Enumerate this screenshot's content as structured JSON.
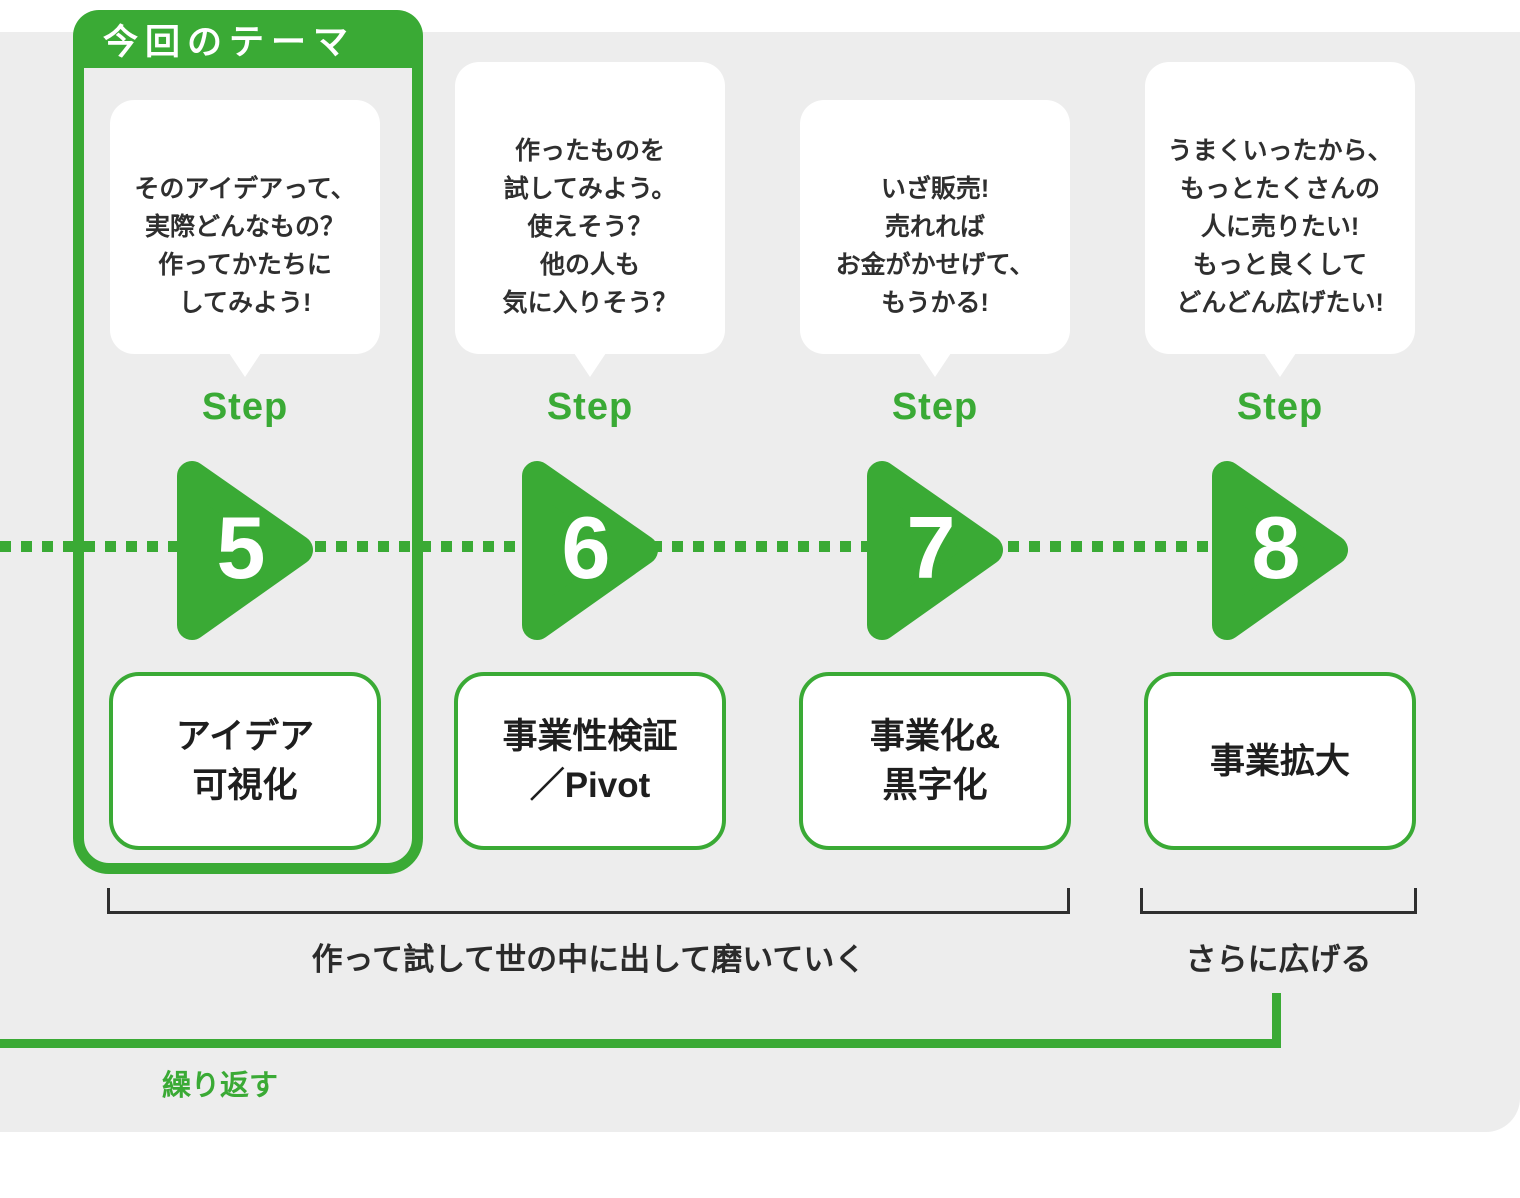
{
  "colors": {
    "accent_green": "#3aaa35",
    "panel_background": "#ededed",
    "bubble_background": "#ffffff",
    "text_dark": "#2b2b2b"
  },
  "theme_tag": {
    "label": "今回のテーマ"
  },
  "steps": [
    {
      "step_label": "Step",
      "number": "5",
      "highlighted": true,
      "bubble_lines": [
        "そのアイデアって、",
        "実際どんなもの？",
        "作ってかたちに",
        "してみよう!"
      ],
      "name_lines": [
        "アイデア",
        "可視化"
      ]
    },
    {
      "step_label": "Step",
      "number": "6",
      "highlighted": false,
      "bubble_lines": [
        "作ったものを",
        "試してみよう。",
        "使えそう？",
        "他の人も",
        "気に入りそう？"
      ],
      "name_lines": [
        "事業性検証",
        "／Pivot"
      ]
    },
    {
      "step_label": "Step",
      "number": "7",
      "highlighted": false,
      "bubble_lines": [
        "いざ販売!",
        "売れれば",
        "お金がかせげて、",
        "もうかる!"
      ],
      "name_lines": [
        "事業化&",
        "黒字化"
      ]
    },
    {
      "step_label": "Step",
      "number": "8",
      "highlighted": false,
      "bubble_lines": [
        "うまくいったから、",
        "もっとたくさんの",
        "人に売りたい!",
        "もっと良くして",
        "どんどん広げたい!"
      ],
      "name_lines": [
        "事業拡大"
      ]
    }
  ],
  "phase_brackets": [
    {
      "label": "作って試して世の中に出して磨いていく"
    },
    {
      "label": "さらに広げる"
    }
  ],
  "loop": {
    "label": "繰り返す"
  }
}
